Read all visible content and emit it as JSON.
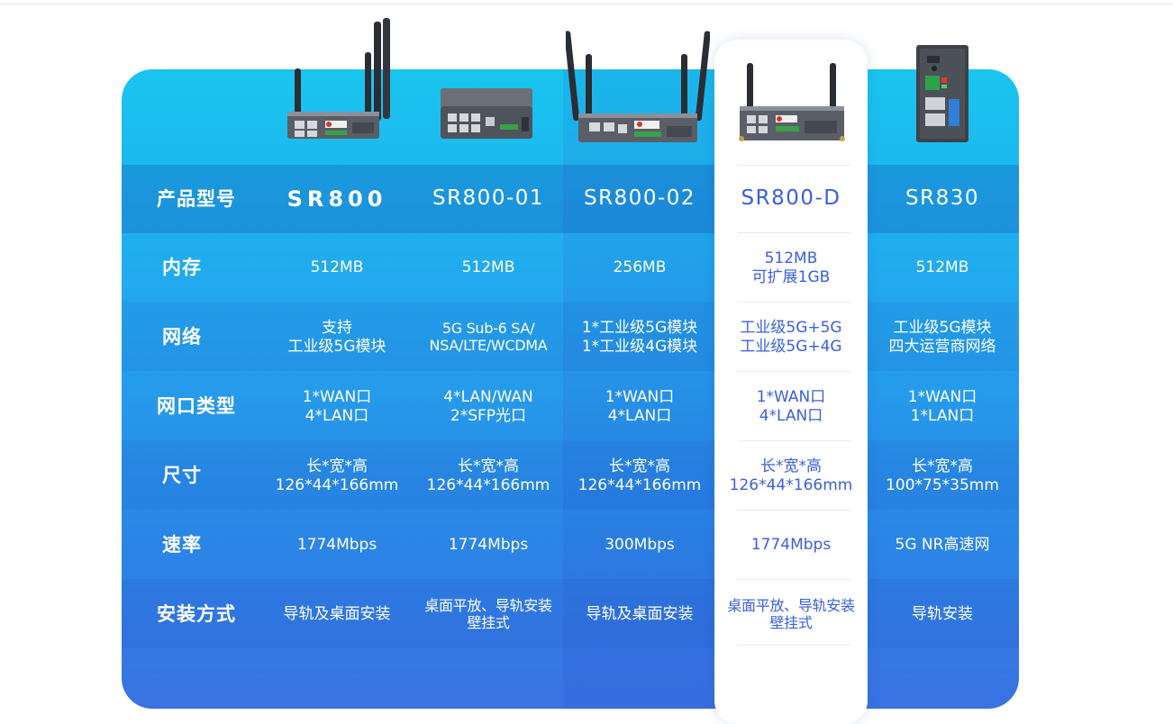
{
  "row_labels": [
    "产品型号",
    "内存",
    "网络",
    "网口类型",
    "尺寸",
    "速率",
    "安装方式"
  ],
  "products": [
    {
      "image": "5g-router-4-antenna-icon",
      "model": "SR800",
      "memory": [
        "512MB"
      ],
      "network": [
        "支持",
        "工业级5G模块"
      ],
      "ports": [
        "1*WAN口",
        "4*LAN口"
      ],
      "size": [
        "长*宽*高",
        "126*44*166mm"
      ],
      "rate": [
        "1774Mbps"
      ],
      "install": [
        "导轨及桌面安装"
      ]
    },
    {
      "image": "router-box-no-antenna-icon",
      "model": "SR800-01",
      "memory": [
        "512MB"
      ],
      "network": [
        "5G Sub-6 SA/",
        "NSA/LTE/WCDMA"
      ],
      "ports": [
        "4*LAN/WAN",
        "2*SFP光口"
      ],
      "size": [
        "长*宽*高",
        "126*44*166mm"
      ],
      "rate": [
        "1774Mbps"
      ],
      "install": [
        "桌面平放、导轨安装",
        "壁挂式"
      ]
    },
    {
      "image": "5g-router-4-antenna-icon",
      "model": "SR800-02",
      "memory": [
        "256MB"
      ],
      "network": [
        "1*工业级5G模块",
        "1*工业级4G模块"
      ],
      "ports": [
        "1*WAN口",
        "4*LAN口"
      ],
      "size": [
        "长*宽*高",
        "126*44*166mm"
      ],
      "rate": [
        "300Mbps"
      ],
      "install": [
        "导轨及桌面安装"
      ]
    },
    {
      "image": "dual-antenna-router-icon",
      "model": "SR800-D",
      "memory": [
        "512MB",
        "可扩展1GB"
      ],
      "network": [
        "工业级5G+5G",
        "工业级5G+4G"
      ],
      "ports": [
        "1*WAN口",
        "4*LAN口"
      ],
      "size": [
        "长*宽*高",
        "126*44*166mm"
      ],
      "rate": [
        "1774Mbps"
      ],
      "install": [
        "桌面平放、导轨安装",
        "壁挂式"
      ]
    },
    {
      "image": "din-rail-router-icon",
      "model": "SR830",
      "memory": [
        "512MB"
      ],
      "network": [
        "工业级5G模块",
        "四大运营商网络"
      ],
      "ports": [
        "1*WAN口",
        "1*LAN口"
      ],
      "size": [
        "长*宽*高",
        "100*75*35mm"
      ],
      "rate": [
        "5G NR高速网"
      ],
      "install": [
        "导轨安装"
      ]
    }
  ],
  "colors": {
    "panel_top": "#19c5ef",
    "panel_bottom": "#3a72e2",
    "highlight_card": "#ffffff",
    "highlight_text": "#3a5fe0"
  }
}
